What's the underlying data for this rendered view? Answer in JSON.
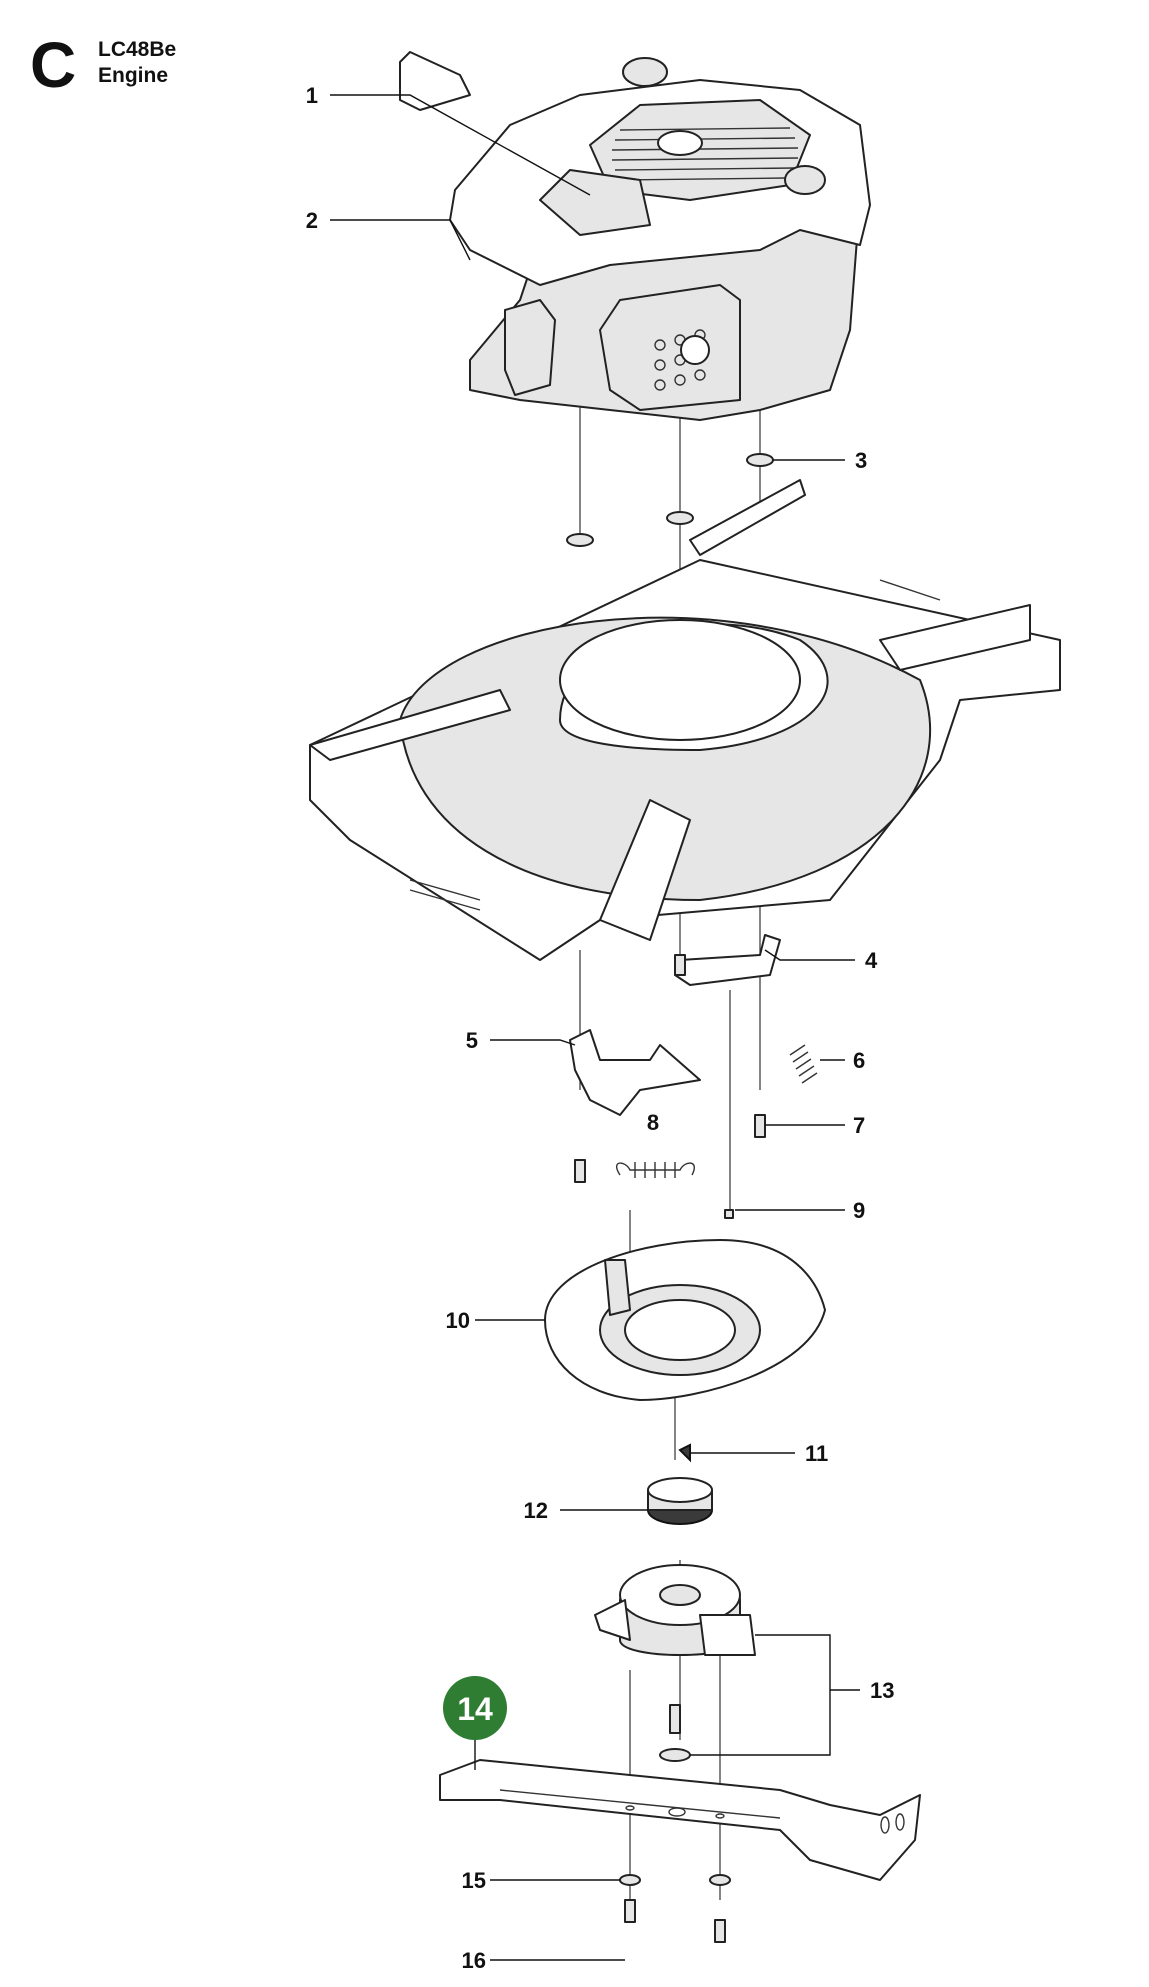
{
  "header": {
    "section_letter": "C",
    "model": "LC48Be",
    "section_title": "Engine"
  },
  "callouts": [
    {
      "number": "1"
    },
    {
      "number": "2"
    },
    {
      "number": "3"
    },
    {
      "number": "4"
    },
    {
      "number": "5"
    },
    {
      "number": "6"
    },
    {
      "number": "7"
    },
    {
      "number": "8"
    },
    {
      "number": "9"
    },
    {
      "number": "10"
    },
    {
      "number": "11"
    },
    {
      "number": "12"
    },
    {
      "number": "13"
    },
    {
      "number": "14",
      "highlighted": true,
      "color": "#2e7d32"
    },
    {
      "number": "15"
    },
    {
      "number": "16"
    }
  ],
  "colors": {
    "highlight": "#2e7d32",
    "line": "#111111"
  }
}
